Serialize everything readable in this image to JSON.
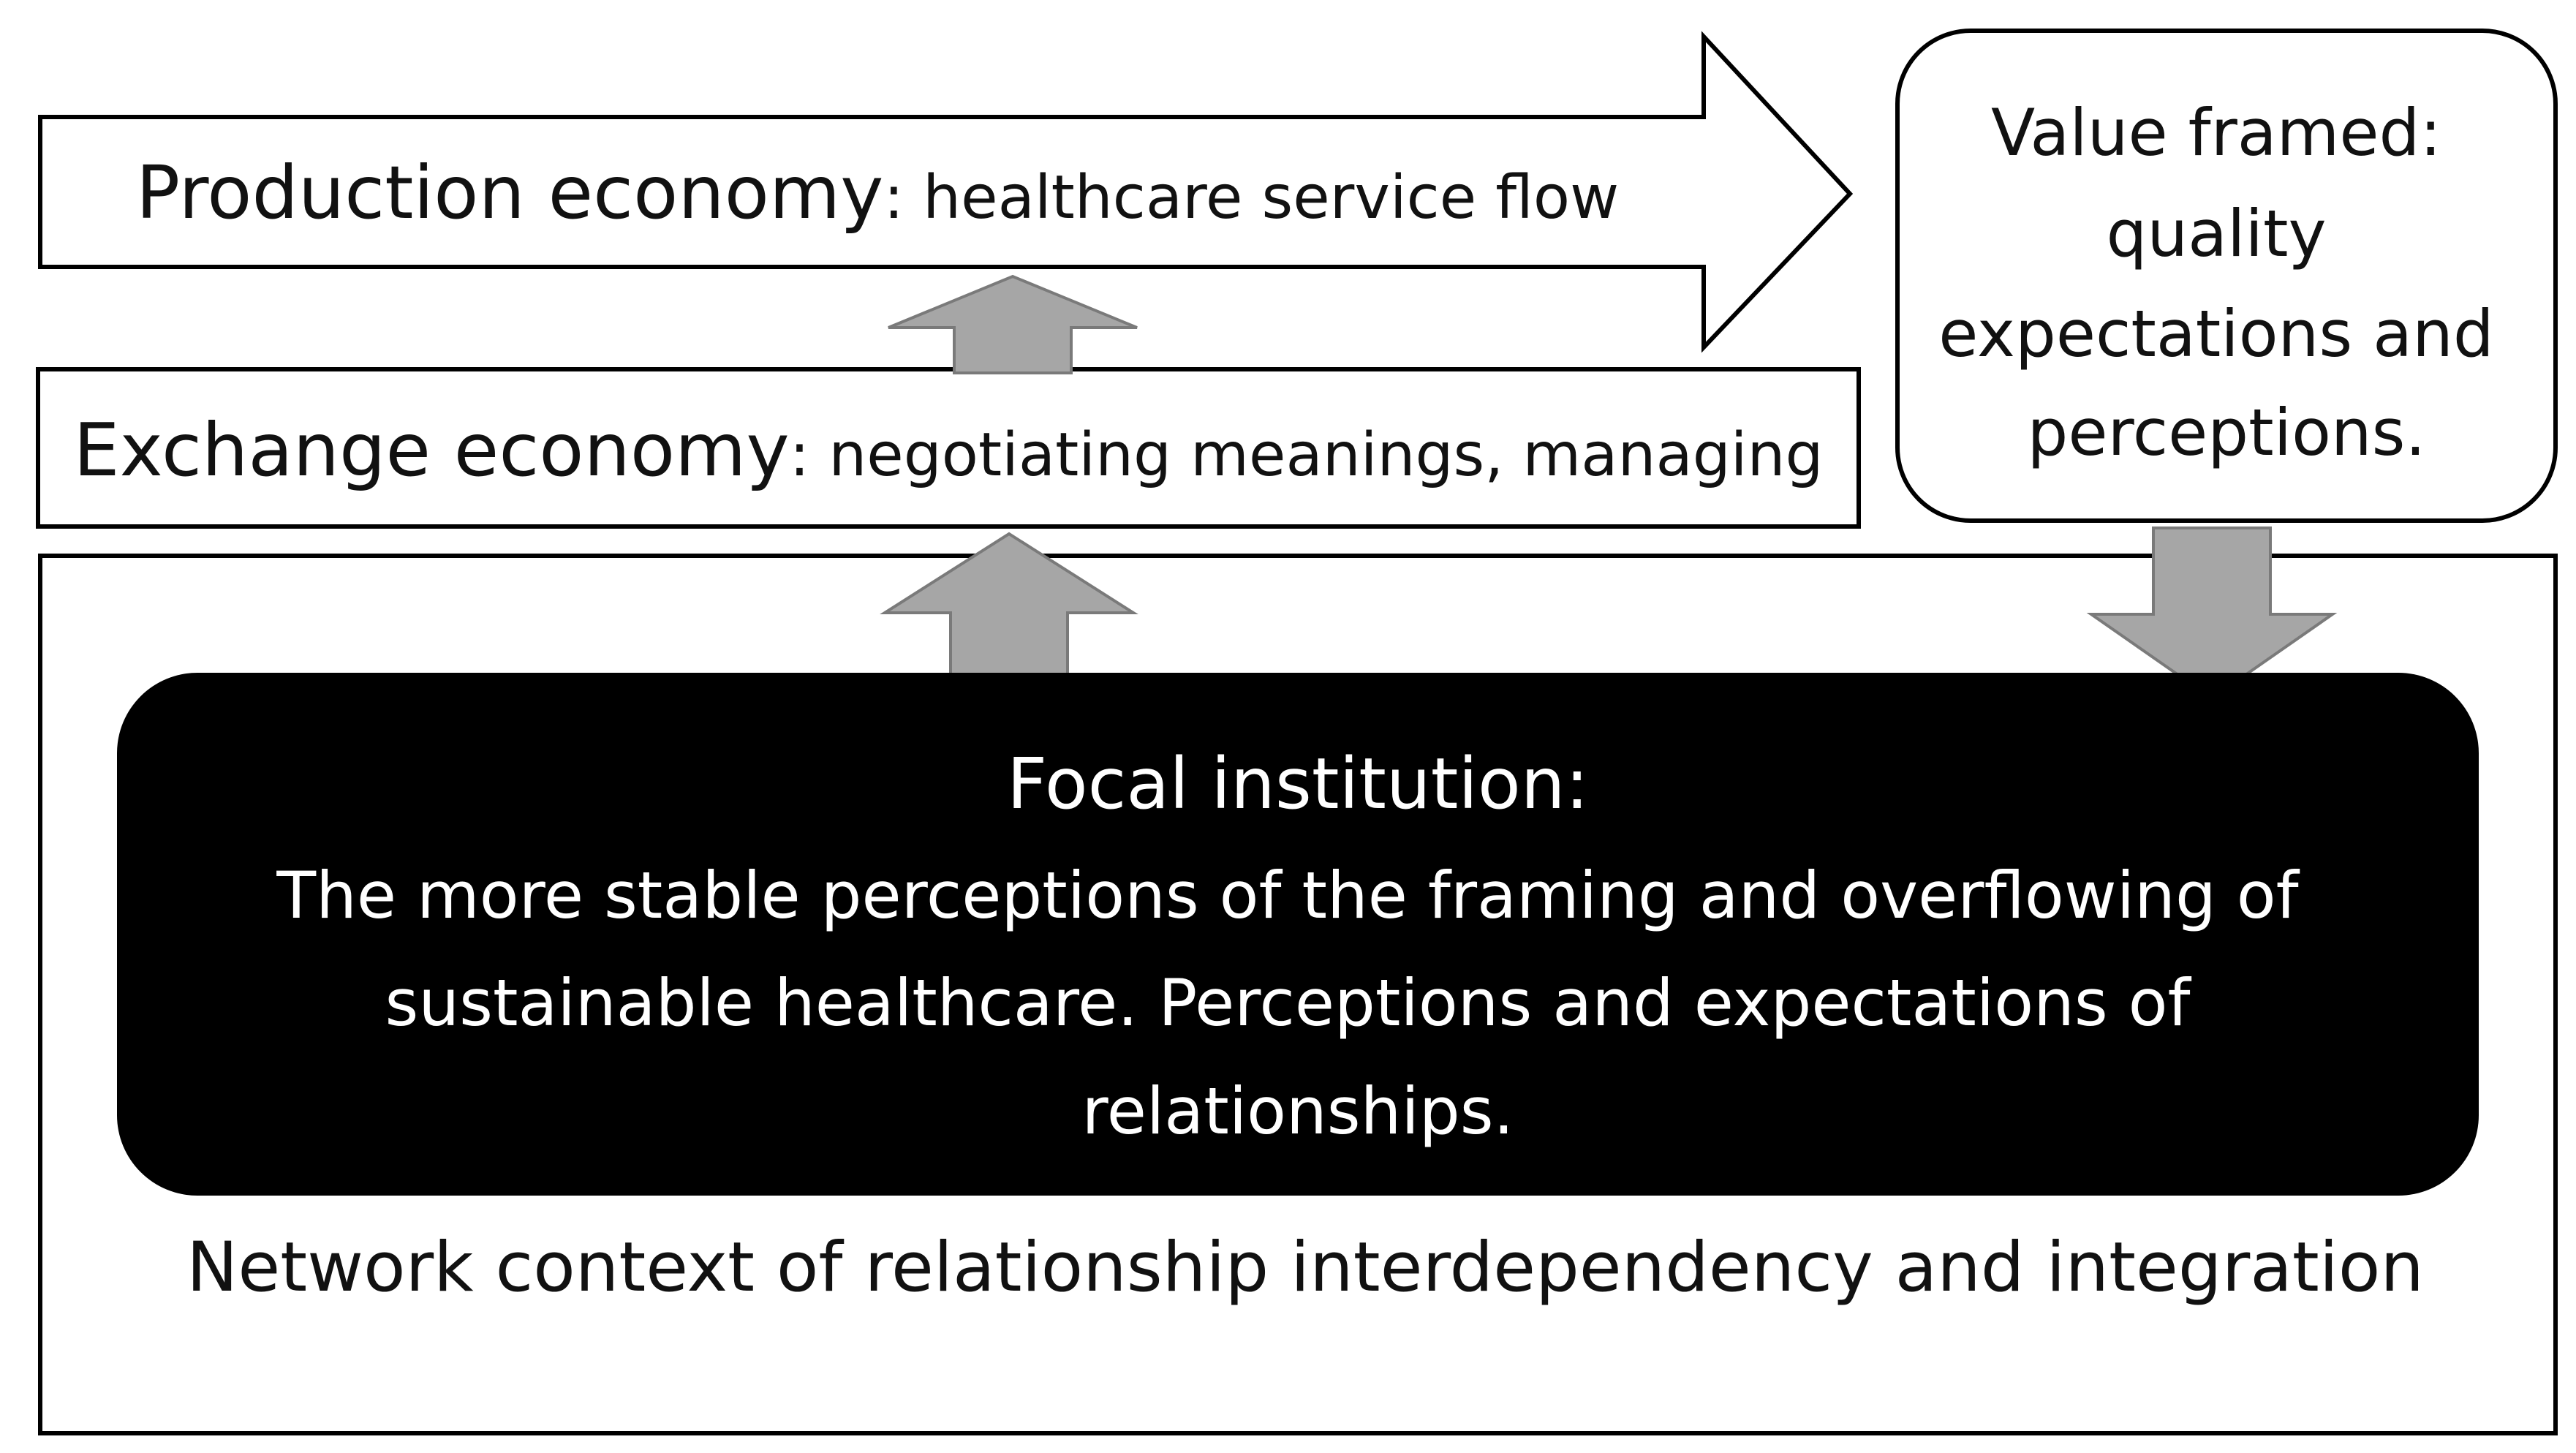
{
  "production": {
    "title": "Production economy",
    "detail": ": healthcare service flow"
  },
  "exchange": {
    "title": "Exchange economy",
    "detail": ": negotiating meanings, managing"
  },
  "value": {
    "lines": [
      "Value framed:",
      "quality",
      "expectations and",
      "perceptions."
    ]
  },
  "focal": {
    "title": "Focal institution:",
    "lines": [
      "The more stable perceptions of the framing and overflowing of",
      "sustainable healthcare. Perceptions and expectations of",
      "relationships."
    ]
  },
  "network": {
    "label": "Network context of relationship interdependency and integration"
  },
  "colors": {
    "arrow_fill": "#a6a6a6",
    "focal_fill": "#000000",
    "stroke": "#000000"
  }
}
